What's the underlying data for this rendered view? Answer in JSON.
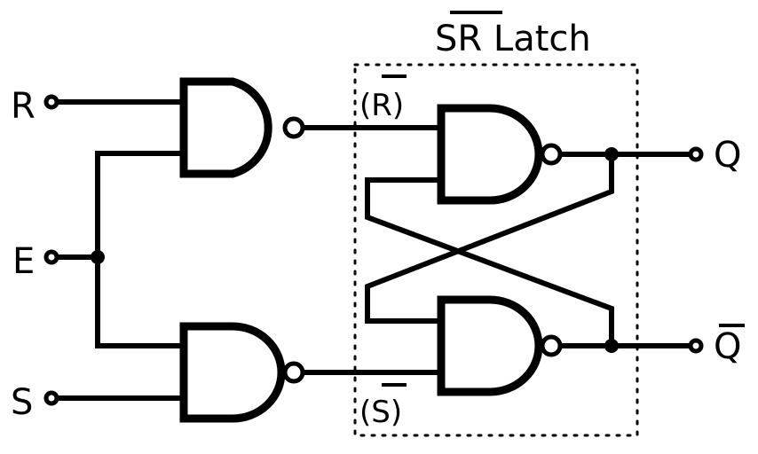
{
  "title": "SR Latch",
  "title_overlined": "SR",
  "title_rest": " Latch",
  "inputs": [
    {
      "label": "R"
    },
    {
      "label": "E"
    },
    {
      "label": "S"
    }
  ],
  "outputs": [
    {
      "label": "Q",
      "overline": false
    },
    {
      "label": "Q",
      "overline": true
    }
  ],
  "internal_labels": [
    {
      "open": "(",
      "label": "R",
      "close": ")",
      "overline": true
    },
    {
      "open": "(",
      "label": "S",
      "close": ")",
      "overline": true
    }
  ],
  "gates": [
    {
      "name": "input-nand-r",
      "type": "NAND"
    },
    {
      "name": "input-nand-s",
      "type": "NAND"
    },
    {
      "name": "latch-nand-q",
      "type": "NAND"
    },
    {
      "name": "latch-nand-qbar",
      "type": "NAND"
    }
  ]
}
